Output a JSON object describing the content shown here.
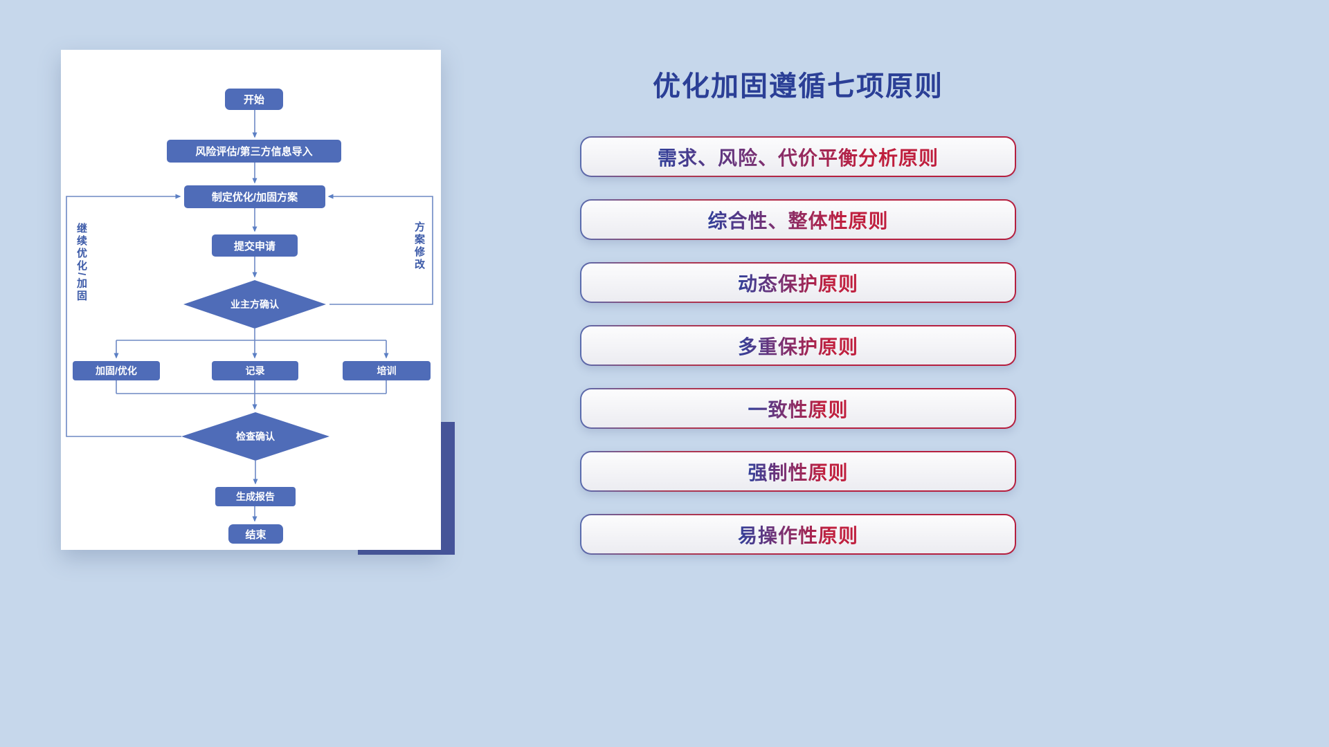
{
  "flowchart": {
    "nodes": {
      "start": "开始",
      "risk_import": "风险评估/第三方信息导入",
      "make_plan": "制定优化/加固方案",
      "submit": "提交申请",
      "owner_confirm": "业主方确认",
      "reinforce": "加固/优化",
      "record": "记录",
      "training": "培训",
      "check_confirm": "检查确认",
      "report": "生成报告",
      "end": "结束"
    },
    "loop_labels": {
      "continue_optimize": "继续优化/加固",
      "plan_revision": "方案修改"
    },
    "colors": {
      "node_fill": "#4f6cb8",
      "connector": "#6d89c4",
      "node_text": "#ffffff"
    }
  },
  "principles": {
    "title": "优化加固遵循七项原则",
    "items": [
      {
        "label": "需求、风险、代价平衡分析原则"
      },
      {
        "label": "综合性、整体性原则"
      },
      {
        "label": "动态保护原则"
      },
      {
        "label": "多重保护原则"
      },
      {
        "label": "一致性原则"
      },
      {
        "label": "强制性原则"
      },
      {
        "label": "易操作性原则"
      }
    ],
    "colors": {
      "title_text": "#2b3f96",
      "label_red": "#b5203c",
      "label_blue": "#31409a",
      "accent_rect": "#46549b"
    }
  }
}
